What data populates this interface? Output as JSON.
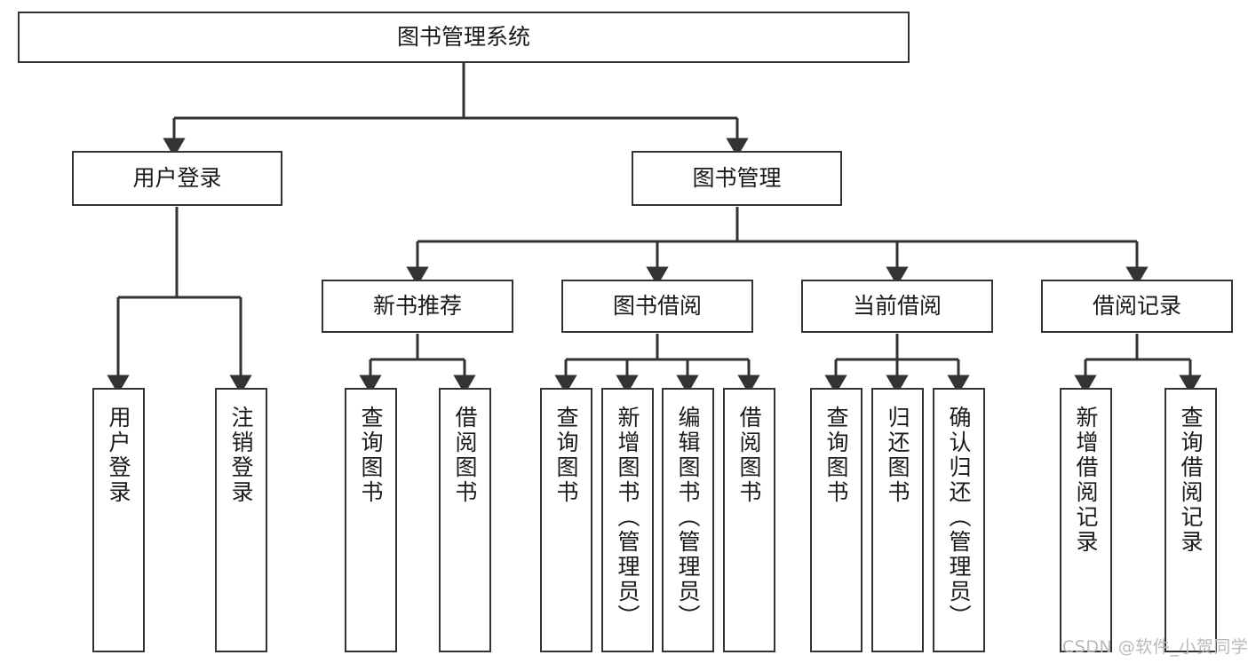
{
  "diagram": {
    "type": "tree-hierarchy-chart",
    "title": "图书管理系统",
    "orientation": "top-down",
    "colors": {
      "box_border": "#333333",
      "box_fill": "#ffffff",
      "connector": "#333333",
      "text": "#1a1a1a",
      "watermark": "#b9b9b9",
      "background": "#ffffff"
    },
    "root": {
      "label": "图书管理系统"
    },
    "level2": [
      {
        "id": "user-login",
        "label": "用户登录"
      },
      {
        "id": "book-management",
        "label": "图书管理"
      }
    ],
    "level3": [
      {
        "id": "new-book-recommend",
        "label": "新书推荐",
        "parent": "book-management"
      },
      {
        "id": "book-borrow",
        "label": "图书借阅",
        "parent": "book-management"
      },
      {
        "id": "current-borrow",
        "label": "当前借阅",
        "parent": "book-management"
      },
      {
        "id": "borrow-record",
        "label": "借阅记录",
        "parent": "book-management"
      }
    ],
    "leaves": {
      "user-login": [
        {
          "id": "leaf-user-login",
          "label": "用户登录"
        },
        {
          "id": "leaf-logout",
          "label": "注销登录"
        }
      ],
      "new-book-recommend": [
        {
          "id": "leaf-query-book-1",
          "label": "查询图书"
        },
        {
          "id": "leaf-borrow-book-1",
          "label": "借阅图书"
        }
      ],
      "book-borrow": [
        {
          "id": "leaf-query-book-2",
          "label": "查询图书"
        },
        {
          "id": "leaf-add-book",
          "label": "新增图书（管理员）"
        },
        {
          "id": "leaf-edit-book",
          "label": "编辑图书（管理员）"
        },
        {
          "id": "leaf-borrow-book-2",
          "label": "借阅图书"
        }
      ],
      "current-borrow": [
        {
          "id": "leaf-query-book-3",
          "label": "查询图书"
        },
        {
          "id": "leaf-return-book",
          "label": "归还图书"
        },
        {
          "id": "leaf-confirm-return",
          "label": "确认归还（管理员）"
        }
      ],
      "borrow-record": [
        {
          "id": "leaf-add-record",
          "label": "新增借阅记录"
        },
        {
          "id": "leaf-query-record",
          "label": "查询借阅记录"
        }
      ]
    }
  },
  "watermark": {
    "text": "CSDN @软件_小贺同学"
  }
}
